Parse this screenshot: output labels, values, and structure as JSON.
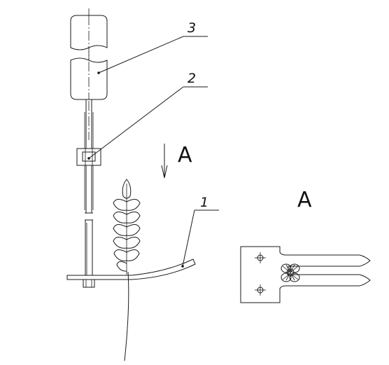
{
  "labels": {
    "part_1": "1",
    "part_2": "2",
    "part_3": "3",
    "view_arrow": "A",
    "view_title": "A"
  }
}
